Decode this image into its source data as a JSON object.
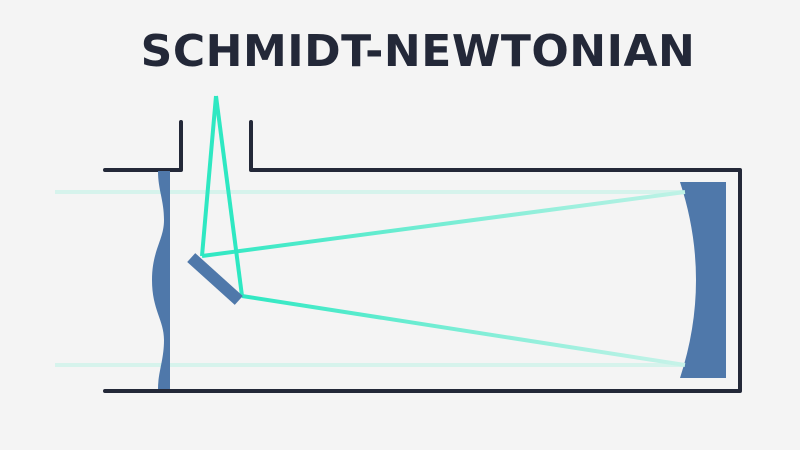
{
  "title": "SCHMIDT-NEWTONIAN",
  "colors": {
    "background": "#f4f4f4",
    "outline": "#232838",
    "optics": "#4f78aa",
    "beam": "#2ee8c2",
    "beam_faint": "#d6f3ec"
  },
  "diagram": {
    "parts": [
      "tube",
      "focuser-drawtube",
      "corrector-plate",
      "diagonal-mirror",
      "primary-mirror",
      "incoming-light",
      "reflected-beam"
    ]
  }
}
